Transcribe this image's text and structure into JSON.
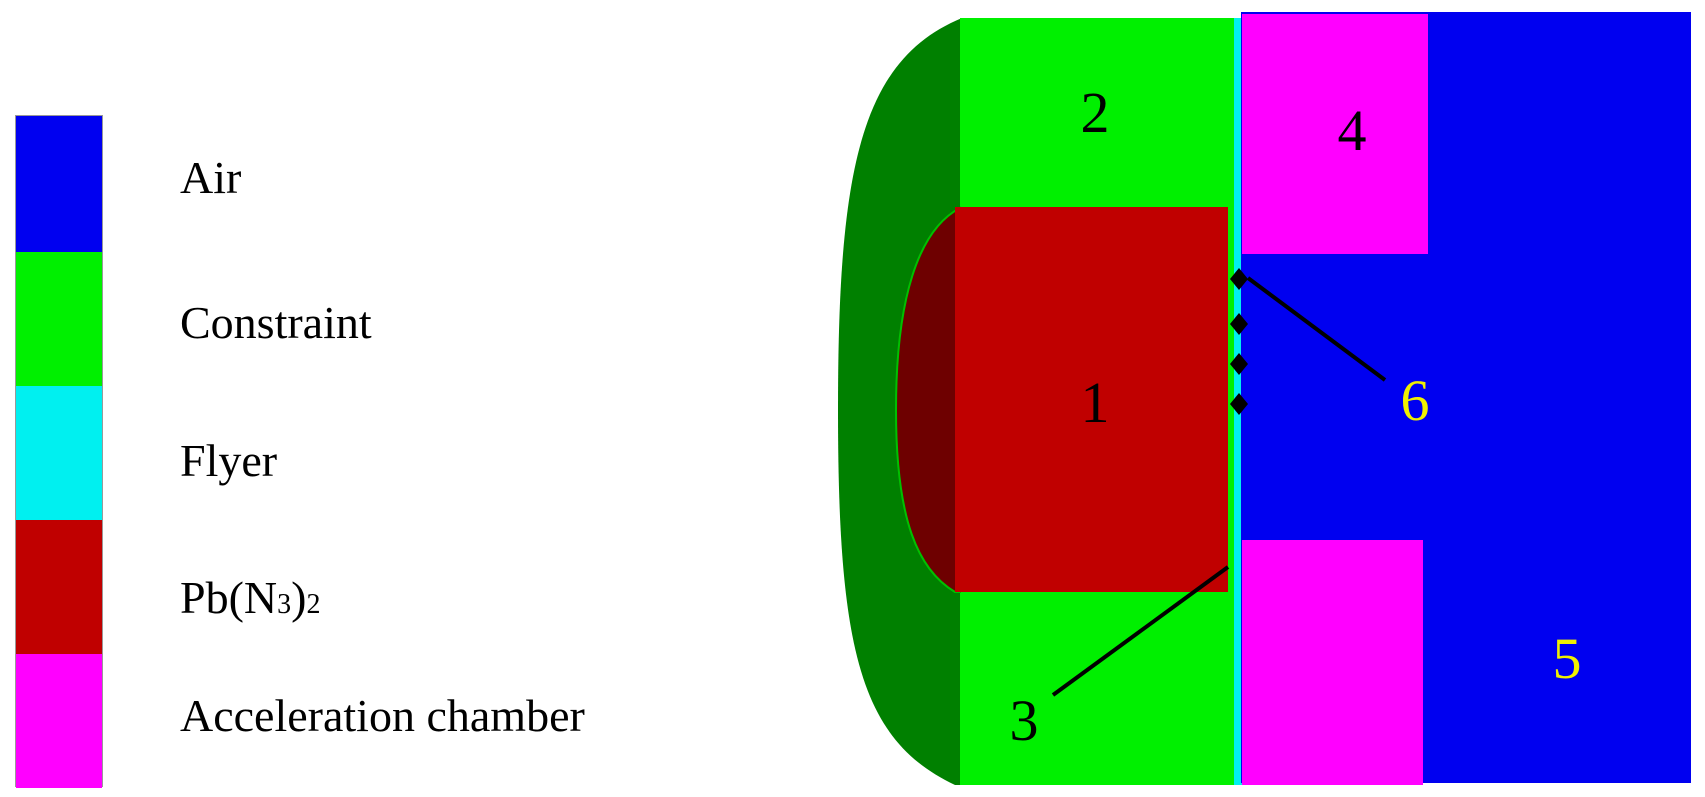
{
  "legend": {
    "items": [
      {
        "label": "Air",
        "color": "#0000f0"
      },
      {
        "label": "Constraint",
        "color": "#00f000"
      },
      {
        "label": "Flyer",
        "color": "#00f0f0"
      },
      {
        "label": "Pb(N3)2",
        "color": "#c00000"
      },
      {
        "label": "Acceleration chamber",
        "color": "#ff00ff"
      }
    ],
    "pb_label": {
      "base": "Pb(N",
      "sub3": "3",
      "paren": ")",
      "sub2": "2"
    }
  },
  "diagram": {
    "colors": {
      "constraint_side": "#008000",
      "explosive_side": "#6e0000",
      "callout_line": "#000000",
      "probe_marker": "#000000",
      "yellow_label": "#f0f000",
      "black_label": "#000000"
    },
    "region_labels": {
      "r1": "1",
      "r2": "2",
      "r3": "3",
      "r4": "4",
      "r5": "5",
      "r6": "6"
    }
  }
}
